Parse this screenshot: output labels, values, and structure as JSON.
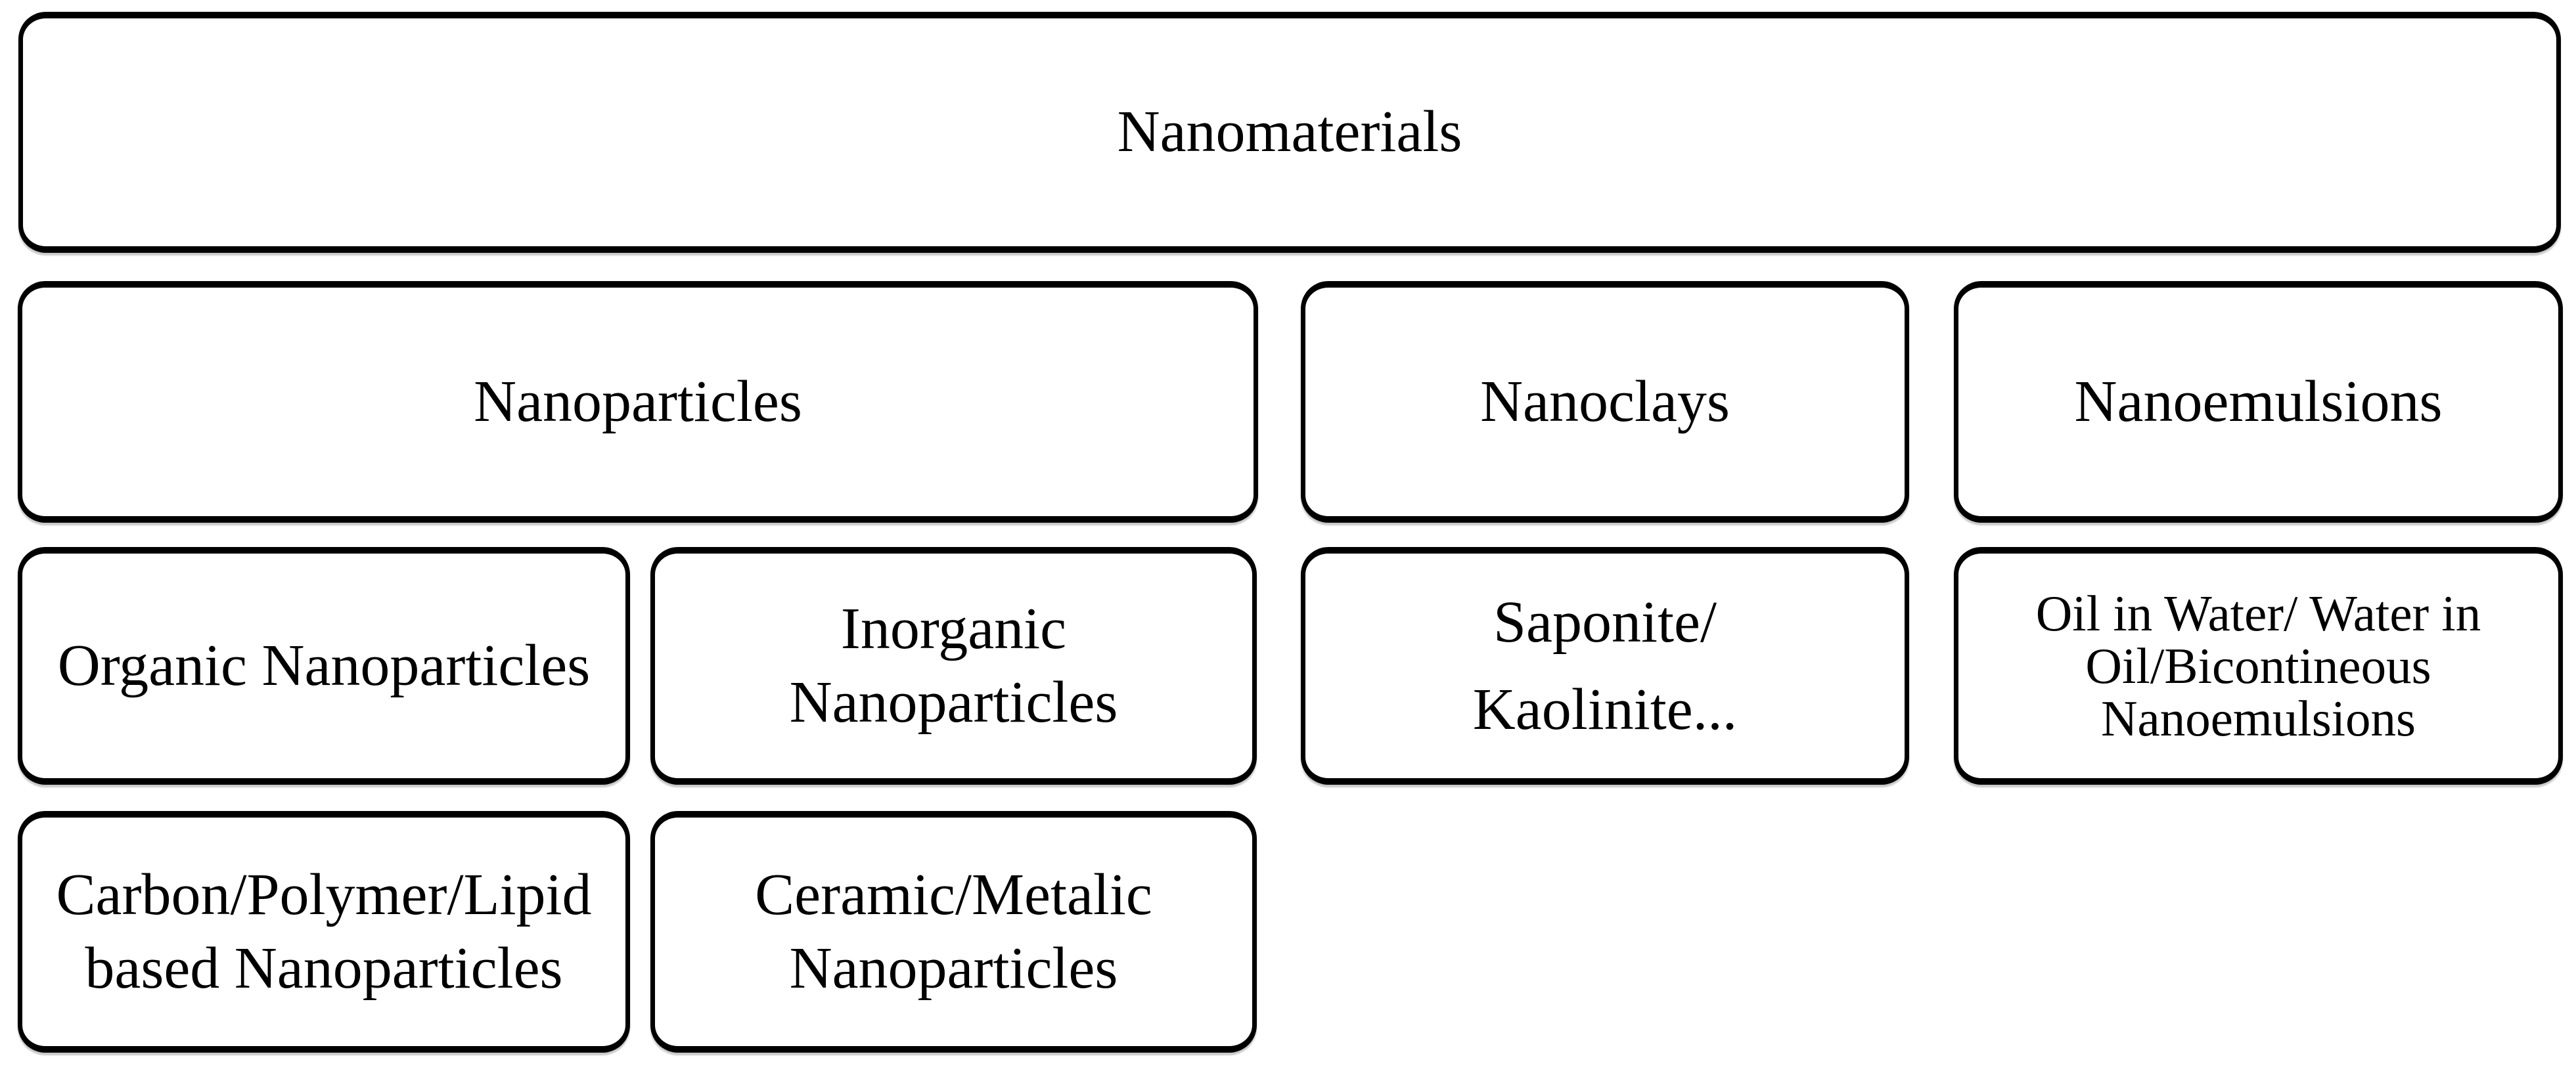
{
  "diagram": {
    "colors": {
      "background": "#ffffff",
      "border": "#000000",
      "text": "#000000"
    },
    "nodes": {
      "root": {
        "label": "Nanomaterials"
      },
      "nanoparticles": {
        "label": "Nanoparticles"
      },
      "nanoclays": {
        "label": "Nanoclays"
      },
      "nanoemulsions": {
        "label": "Nanoemulsions"
      },
      "organic": {
        "label": "Organic Nanoparticles"
      },
      "inorganic": {
        "label": "Inorganic\nNanoparticles"
      },
      "saponite": {
        "label": "Saponite/\nKaolinite..."
      },
      "oil": {
        "label": "Oil in Water/ Water in\nOil/Bicontineous\nNanoemulsions"
      },
      "carbon": {
        "label": "Carbon/Polymer/Lipid\nbased Nanoparticles"
      },
      "ceramic": {
        "label": "Ceramic/Metalic\nNanoparticles"
      }
    }
  }
}
